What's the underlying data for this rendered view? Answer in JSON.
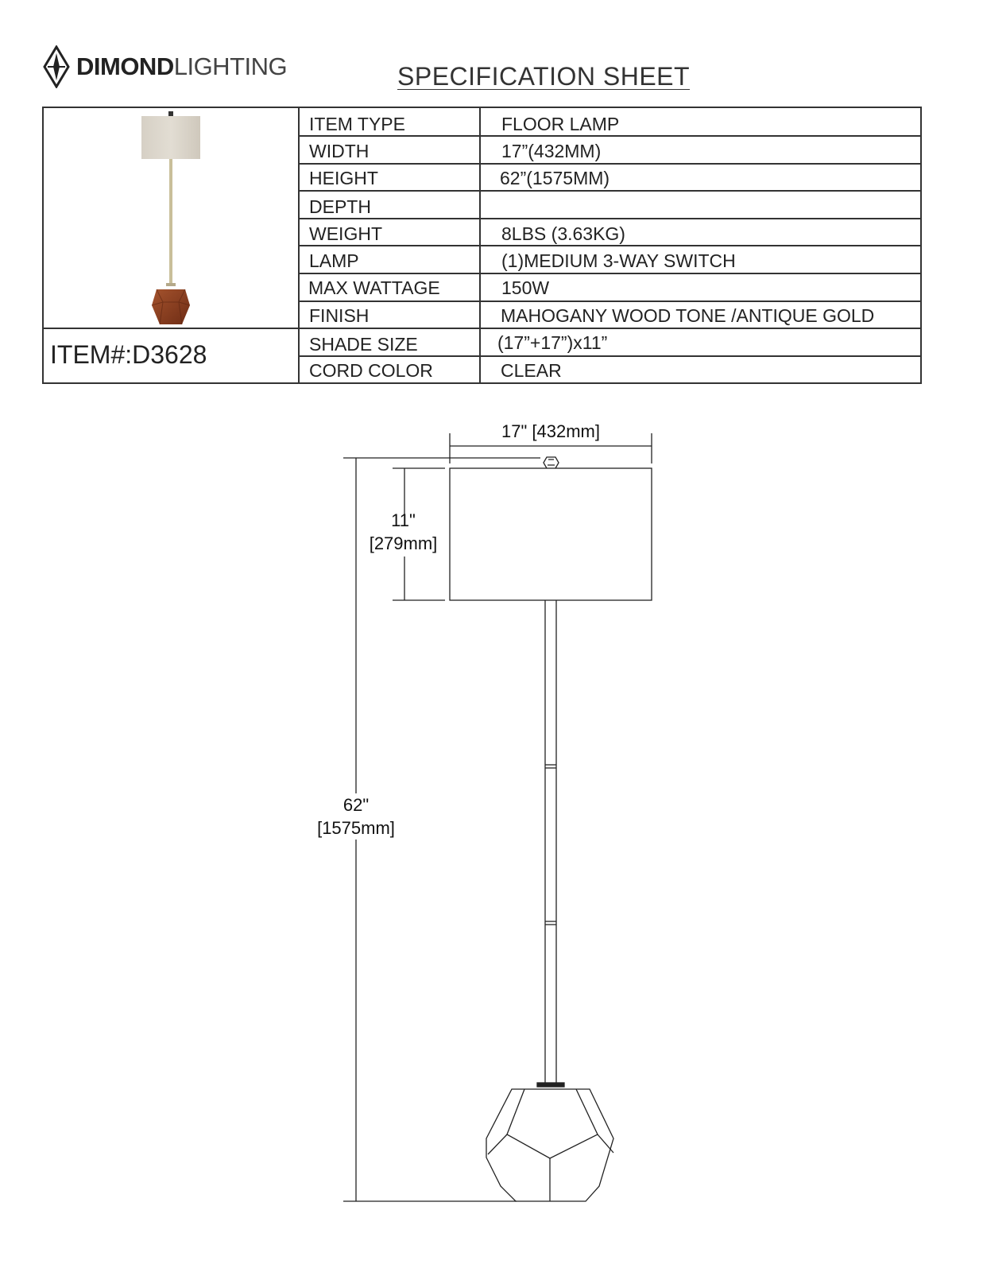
{
  "brand": {
    "bold": "DIMOND",
    "light": "LIGHTING"
  },
  "title": "SPECIFICATION  SHEET",
  "item": {
    "label": "ITEM#:",
    "number": "D3628"
  },
  "specs": [
    {
      "label": "ITEM TYPE",
      "value": "FLOOR LAMP"
    },
    {
      "label": "WIDTH",
      "value": "17”(432MM)"
    },
    {
      "label": "HEIGHT",
      "value": "62”(1575MM)"
    },
    {
      "label": "DEPTH",
      "value": ""
    },
    {
      "label": "WEIGHT",
      "value": "8LBS (3.63KG)"
    },
    {
      "label": "LAMP",
      "value": "(1)MEDIUM 3-WAY SWITCH"
    },
    {
      "label": "MAX WATTAGE",
      "value": "150W"
    },
    {
      "label": "FINISH",
      "value": "MAHOGANY WOOD TONE /ANTIQUE GOLD"
    },
    {
      "label": "SHADE SIZE",
      "value": "(17”+17”)x11”"
    },
    {
      "label": "CORD COLOR",
      "value": "CLEAR"
    }
  ],
  "dimensions": {
    "width": "17\" [432mm]",
    "shade_height_in": "11\"",
    "shade_height_mm": "[279mm]",
    "total_height_in": "62\"",
    "total_height_mm": "[1575mm]"
  },
  "colors": {
    "shade": "#d9d3c9",
    "wood": "#8a3a1f",
    "brass": "#c9bf9a"
  }
}
